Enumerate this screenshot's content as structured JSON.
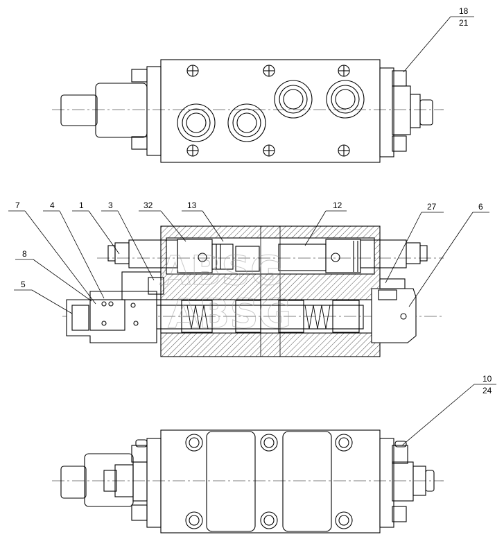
{
  "callouts": {
    "c18": "18",
    "c21": "21",
    "c7": "7",
    "c4": "4",
    "c1": "1",
    "c3": "3",
    "c32": "32",
    "c13": "13",
    "c12": "12",
    "c27": "27",
    "c6": "6",
    "c8": "8",
    "c5": "5",
    "c10": "10",
    "c24": "24"
  },
  "watermark": "ABSG"
}
